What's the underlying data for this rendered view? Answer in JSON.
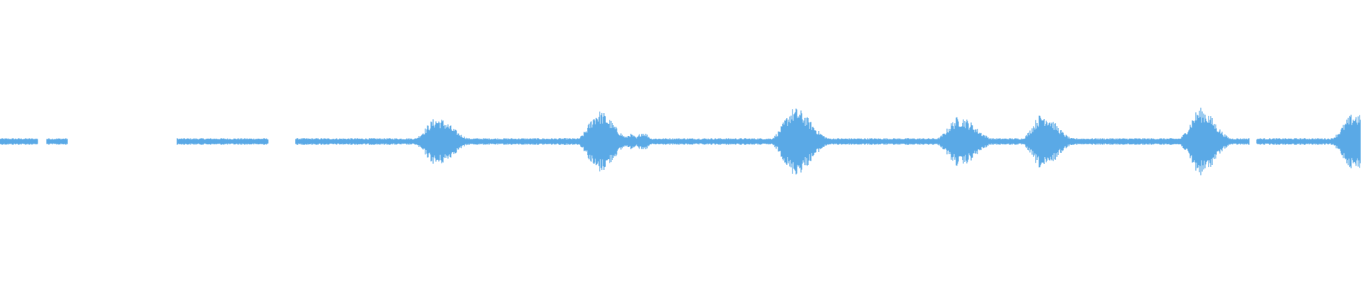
{
  "waveform": {
    "color": "#5aa9e6",
    "baseline_amplitude": 0.012,
    "gaps": [
      [
        0.028,
        0.034
      ],
      [
        0.05,
        0.13
      ],
      [
        0.197,
        0.217
      ],
      [
        0.918,
        0.923
      ]
    ],
    "bursts": [
      {
        "center": 0.321,
        "width": 0.018,
        "amplitude": 0.085
      },
      {
        "center": 0.44,
        "width": 0.016,
        "amplitude": 0.11
      },
      {
        "center": 0.455,
        "width": 0.006,
        "amplitude": 0.03
      },
      {
        "center": 0.463,
        "width": 0.006,
        "amplitude": 0.028
      },
      {
        "center": 0.472,
        "width": 0.007,
        "amplitude": 0.035
      },
      {
        "center": 0.584,
        "width": 0.018,
        "amplitude": 0.12
      },
      {
        "center": 0.705,
        "width": 0.018,
        "amplitude": 0.09
      },
      {
        "center": 0.766,
        "width": 0.016,
        "amplitude": 0.1
      },
      {
        "center": 0.882,
        "width": 0.016,
        "amplitude": 0.12
      },
      {
        "center": 0.995,
        "width": 0.018,
        "amplitude": 0.1
      }
    ]
  }
}
